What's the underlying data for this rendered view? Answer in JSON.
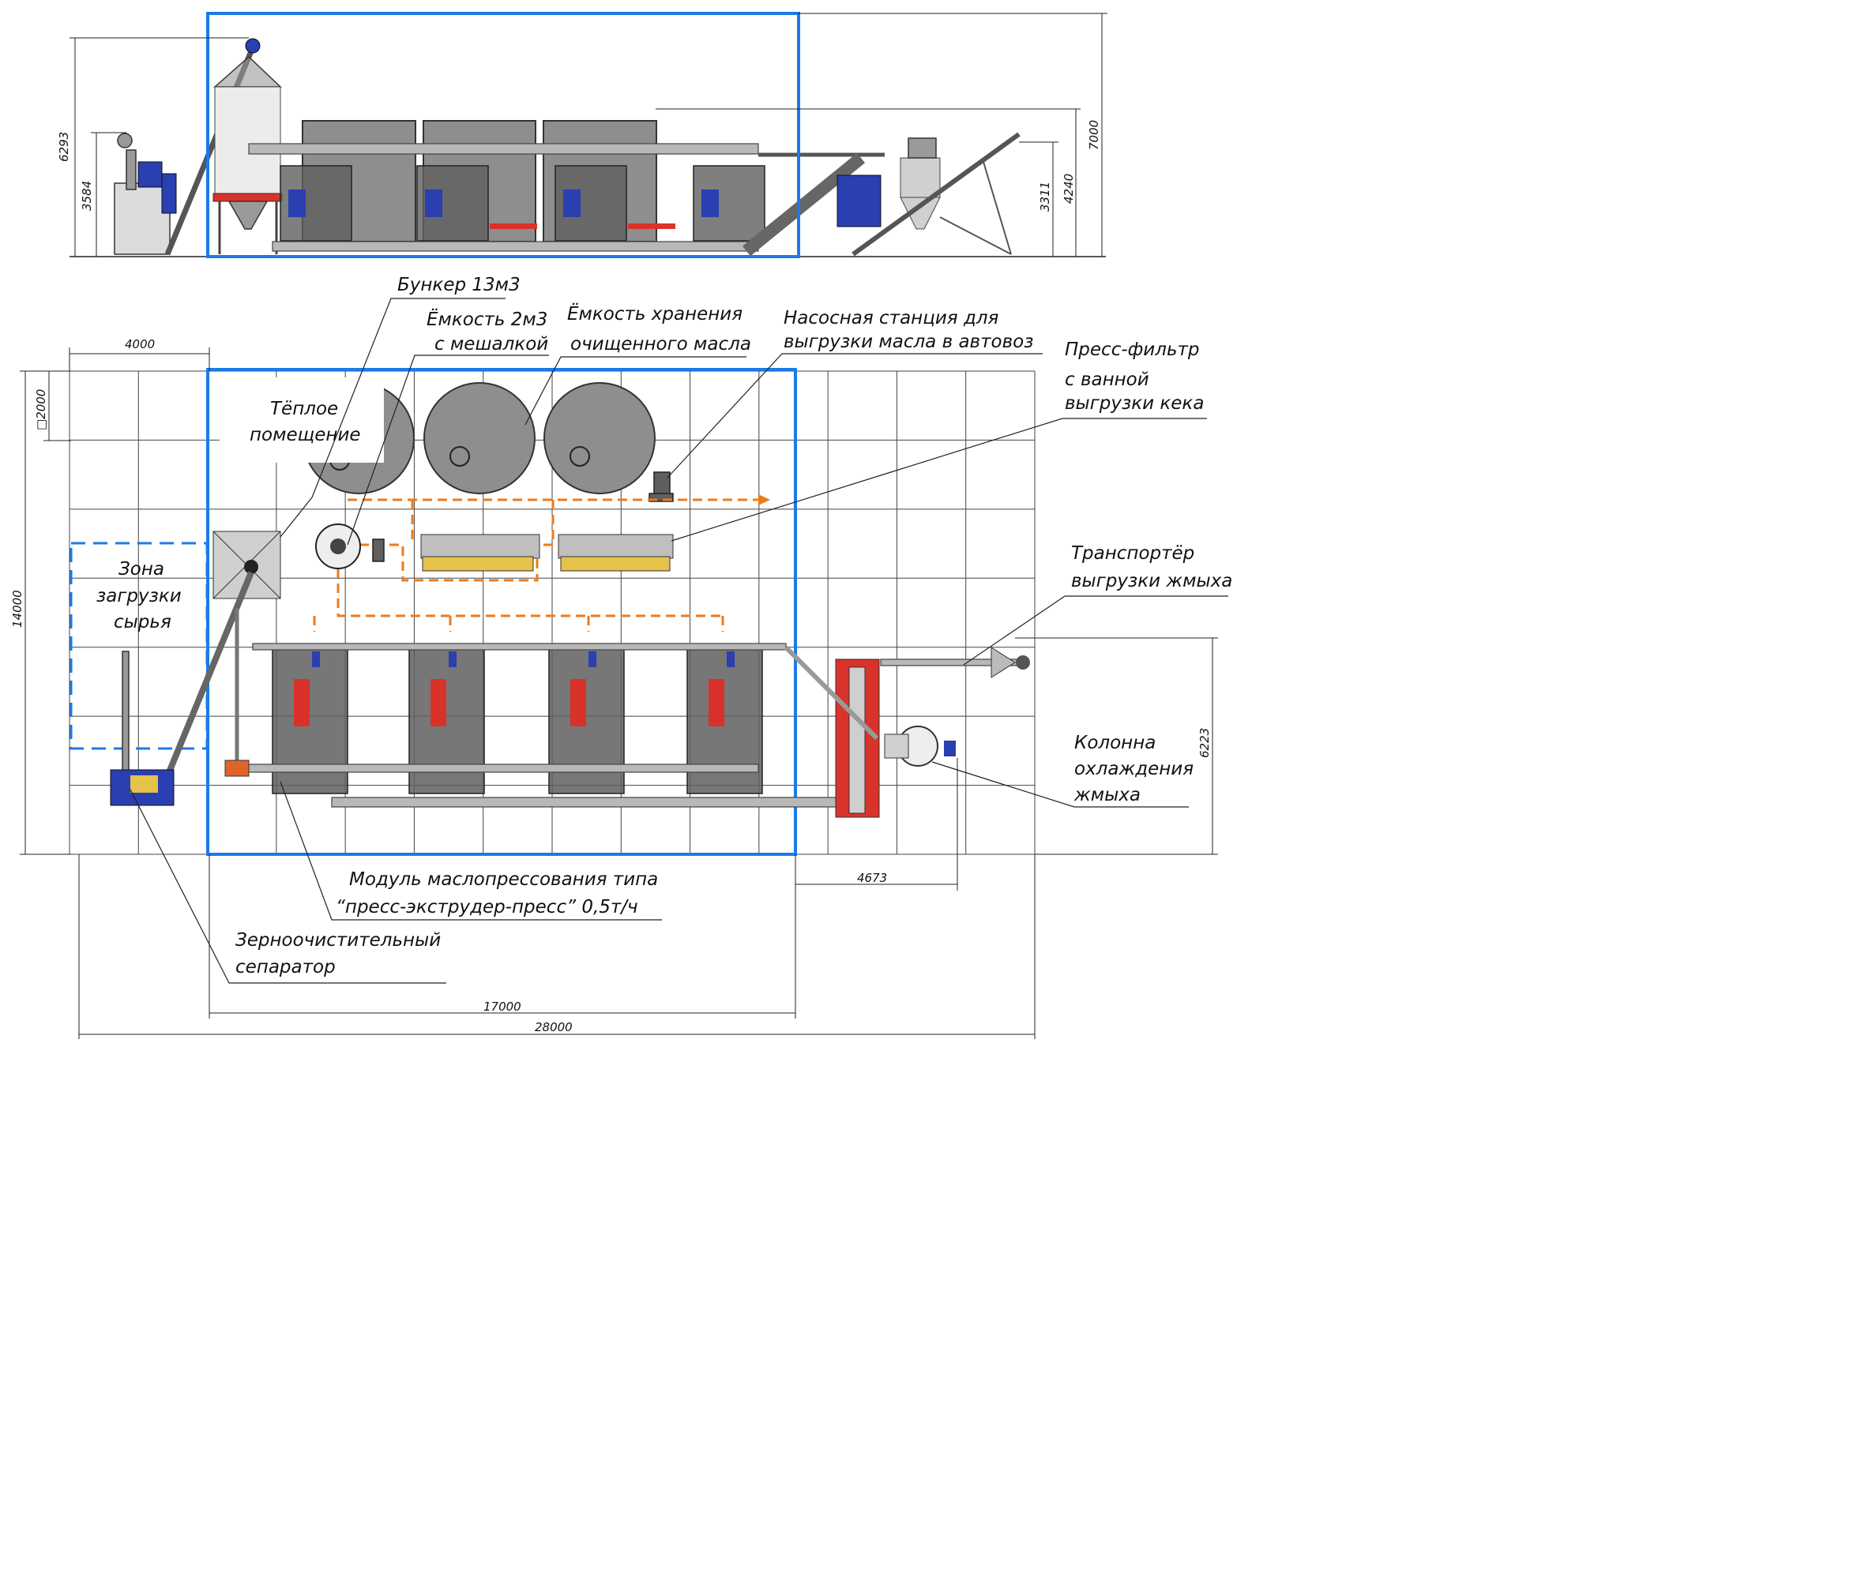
{
  "labels": {
    "bunker": "Бункер 13м3",
    "tank2_line1": "Ёмкость 2м3",
    "tank2_line2": "с мешалкой",
    "storage_line1": "Ёмкость хранения",
    "storage_line2": "очищенного масла",
    "pump_line1": "Насосная станция для",
    "pump_line2": "выгрузки масла в автовоз",
    "filter_line1": "Пресс-фильтр",
    "filter_line2": "с ванной",
    "filter_line3": "выгрузки кека",
    "warm_line1": "Тёплое",
    "warm_line2": "помещение",
    "zone_line1": "Зона",
    "zone_line2": "загрузки",
    "zone_line3": "сырья",
    "conveyor_line1": "Транспортёр",
    "conveyor_line2": "выгрузки жмыха",
    "column_line1": "Колонна",
    "column_line2": "охлаждения",
    "column_line3": "жмыха",
    "module_line1": "Модуль маслопрессования типа",
    "module_line2": "“пресс-экструдер-пресс” 0,5т/ч",
    "separator_line1": "Зерноочистительный",
    "separator_line2": "сепаратор"
  },
  "dimensions": {
    "h6293": "6293",
    "h3584": "3584",
    "h7000": "7000",
    "h4240": "4240",
    "h3311": "3311",
    "w4000": "4000",
    "sq2000": "□2000",
    "h14000": "14000",
    "h6223": "6223",
    "w4673": "4673",
    "w17000": "17000",
    "w28000": "28000"
  },
  "colors": {
    "highlight_frame": "#1a7be8",
    "oil_line": "#f07a1a",
    "equipment": "#8e8e8e",
    "motor": "#2a3fb0",
    "red_parts": "#d9322a"
  }
}
